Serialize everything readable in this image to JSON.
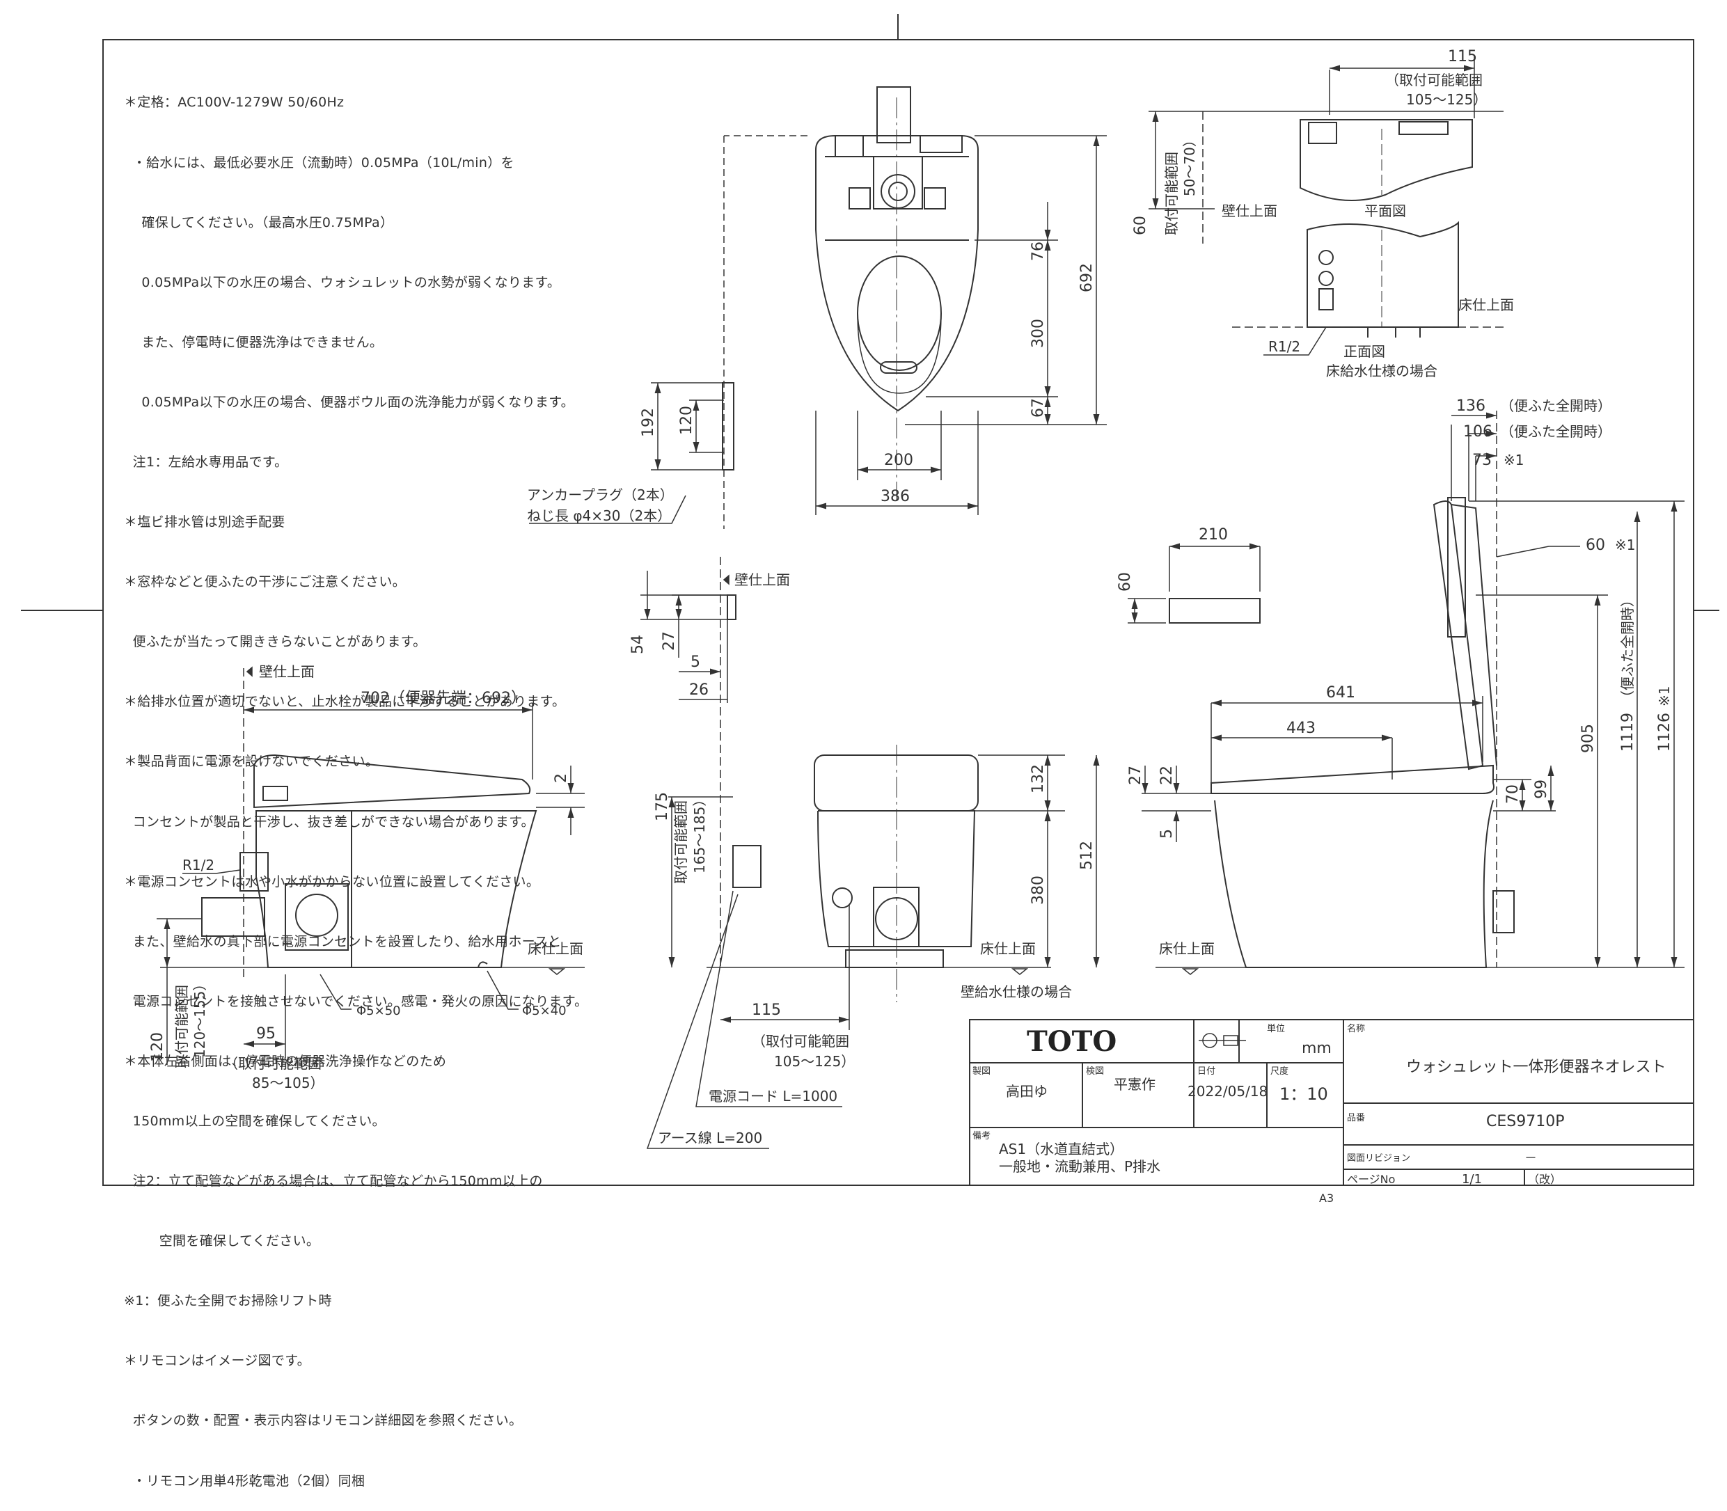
{
  "notes": [
    "＊定格：AC100V-1279W 50/60Hz",
    "  ・給水には、最低必要水圧（流動時）0.05MPa（10L/min）を",
    "    確保してください。（最高水圧0.75MPa）",
    "    0.05MPa以下の水圧の場合、ウォシュレットの水勢が弱くなります。",
    "    また、停電時に便器洗浄はできません。",
    "    0.05MPa以下の水圧の場合、便器ボウル面の洗浄能力が弱くなります。",
    "  注1：左給水専用品です。",
    "＊塩ビ排水管は別途手配要",
    "＊窓枠などと便ふたの干渉にご注意ください。",
    "  便ふたが当たって開ききらないことがあります。",
    "＊給排水位置が適切でないと、止水栓が製品に干渉することがあります。",
    "＊製品背面に電源を設けないでください。",
    "  コンセントが製品と干渉し、抜き差しができない場合があります。",
    "＊電源コンセントは水や小水がかからない位置に設置してください。",
    "  また、壁給水の真下部に電源コンセントを設置したり、給水用ホースと",
    "  電源コンセントを接触させないでください。感電・発火の原因になります。",
    "＊本体左右側面は、停電時の便器洗浄操作などのため",
    "  150mm以上の空間を確保してください。",
    "  注2：立て配管などがある場合は、立て配管などから150mm以上の",
    "        空間を確保してください。",
    "※1：便ふた全開でお掃除リフト時",
    "＊リモコンはイメージ図です。",
    "  ボタンの数・配置・表示内容はリモコン詳細図を参照ください。",
    "  ・リモコン用単4形乾電池（2個）同梱"
  ],
  "top_view": {
    "dims": {
      "d76": "76",
      "d300": "300",
      "d67": "67",
      "d692": "692",
      "d200": "200",
      "d386": "386"
    }
  },
  "remote_side": {
    "d192": "192",
    "d120": "120"
  },
  "anchor": {
    "line1": "アンカープラグ（2本）",
    "line2": "ねじ長  φ4×30（2本）"
  },
  "plan_view": {
    "d115": "115",
    "range1": "（取付可能範囲",
    "range2": "105～125）",
    "d60": "60",
    "vrange1": "取付可能範囲",
    "vrange2": "50～70）",
    "wall": "壁仕上面",
    "plan_label": "平面図",
    "floor": "床仕上面",
    "r12": "R1/2",
    "front_label": "正面図",
    "floor_supply": "床給水仕様の場合"
  },
  "remote_front": {
    "d210": "210",
    "d60": "60"
  },
  "side_right": {
    "d136": "136",
    "lid1": "（便ふた全開時）",
    "d106": "106",
    "lid2": "（便ふた全開時）",
    "d73": "73",
    "star1": "※1",
    "d60": "60",
    "star2": "※1",
    "d641": "641",
    "d443": "443",
    "d27": "27",
    "d22": "22",
    "d5": "5",
    "d70": "70",
    "d99": "99",
    "d905": "905",
    "d1119": "1119",
    "d1126": "1126",
    "lid_open": "（便ふた全開時）",
    "star3": "※1",
    "floor": "床仕上面"
  },
  "side_left": {
    "wall": "壁仕上面",
    "d702": "702（便器先端：692）",
    "d2": "2",
    "r12": "R1/2",
    "floor": "床仕上面",
    "phi50": "Φ5×50",
    "phi40": "Φ5×40",
    "d95": "95",
    "range1": "（取付可能範囲",
    "range2": "85～105）",
    "d120": "120",
    "vrange1": "取付可能範囲",
    "vrange2": "120～155）"
  },
  "front_view": {
    "wall": "壁仕上面",
    "d54": "54",
    "d27": "27",
    "d5": "5",
    "d26": "26",
    "d175": "175",
    "vrange1": "取付可能範囲",
    "vrange2": "165～185）",
    "d132": "132",
    "d380": "380",
    "d512": "512",
    "floor": "床仕上面",
    "wall_supply": "壁給水仕様の場合",
    "d115": "115",
    "range1": "（取付可能範囲",
    "range2": "105～125）",
    "cord": "電源コード  L=1000",
    "earth": "アース線  L=200"
  },
  "title_block": {
    "logo": "TOTO",
    "unit_label": "単位",
    "unit": "mm",
    "name_label": "名称",
    "name": "ウォシュレット一体形便器ネオレスト",
    "drawn_label": "製図",
    "drawn": "高田ゆ",
    "check_label": "検図",
    "check": "平憲作",
    "date_label": "日付",
    "date": "2022/05/18",
    "scale_label": "尺度",
    "scale": "1：10",
    "model_label": "品番",
    "model": "CES9710P",
    "remark_label": "備考",
    "remark1": "AS1（水道直結式）",
    "remark2": "一般地・流動兼用、P排水",
    "rev_label": "図面リビジョン",
    "rev": "－",
    "page_label": "ページNo",
    "page": "1/1",
    "page_extra": "（改）",
    "size": "A3"
  }
}
